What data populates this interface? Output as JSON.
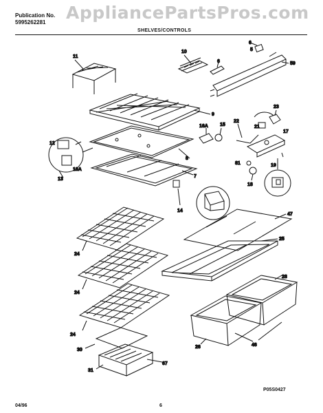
{
  "header": {
    "publication_label": "Publication No.",
    "publication_number": "5995262281",
    "watermark": "AppliancePartsPros.com",
    "section_title": "SHELVES/CONTROLS"
  },
  "diagram_id": "P05S0427",
  "footer": {
    "date": "04/96",
    "page": "6"
  },
  "callouts": {
    "c5": "5",
    "c6a": "6",
    "c6b": "6",
    "c10": "10",
    "c11": "11",
    "c59": "59",
    "c9": "9",
    "c15": "15",
    "c16a": "16A",
    "c22": "22",
    "c21": "21",
    "c23": "23",
    "c17": "17",
    "c12": "12",
    "c8": "8",
    "c81": "81",
    "c19": "19",
    "c13a": "13A",
    "c13": "13",
    "c7": "7",
    "c18": "18",
    "c14": "14",
    "c47": "47",
    "c25": "25",
    "c24a": "24",
    "c24b": "24",
    "c24c": "24",
    "c28": "28",
    "c30": "30",
    "c26": "26",
    "c46": "46",
    "c67": "67",
    "c31": "31"
  }
}
